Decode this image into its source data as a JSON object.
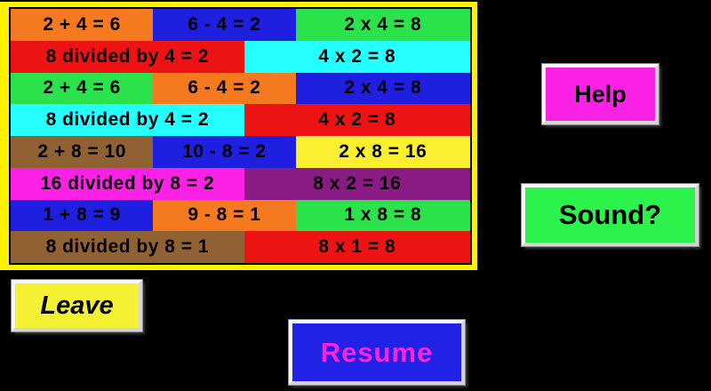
{
  "background_color": "#000000",
  "board": {
    "frame_color": "#FFF100",
    "grid_border_color": "#000000",
    "text_color": "#000000",
    "rows": [
      {
        "cells": [
          {
            "text": "2 + 4 = 6",
            "bg": "#F4791F"
          },
          {
            "text": "6 - 4 = 2",
            "bg": "#1F1FE0"
          },
          {
            "text": "2 x 4 = 8",
            "bg": "#2BE24B"
          }
        ]
      },
      {
        "cells": [
          {
            "text": "8 divided by 4 = 2",
            "bg": "#EE1313"
          },
          {
            "text": "4 x 2 = 8",
            "bg": "#25FFFF"
          }
        ]
      },
      {
        "cells": [
          {
            "text": "2 + 4 = 6",
            "bg": "#2BE24B"
          },
          {
            "text": "6 - 4 = 2",
            "bg": "#F4791F"
          },
          {
            "text": "2 x 4 = 8",
            "bg": "#1F1FE0"
          }
        ]
      },
      {
        "cells": [
          {
            "text": "8 divided by 4 = 2",
            "bg": "#25FFFF"
          },
          {
            "text": "4 x 2 = 8",
            "bg": "#EE1313"
          }
        ]
      },
      {
        "cells": [
          {
            "text": "2 + 8 = 10",
            "bg": "#8F6133"
          },
          {
            "text": "10 - 8 = 2",
            "bg": "#1F1FE0"
          },
          {
            "text": "2 x 8 = 16",
            "bg": "#FAF030"
          }
        ]
      },
      {
        "cells": [
          {
            "text": "16 divided by 8 = 2",
            "bg": "#FB22E6"
          },
          {
            "text": "8 x 2 = 16",
            "bg": "#8A1B84"
          }
        ]
      },
      {
        "cells": [
          {
            "text": "1 + 8 = 9",
            "bg": "#1F1FE0"
          },
          {
            "text": "9 - 8 = 1",
            "bg": "#F4791F"
          },
          {
            "text": "1 x 8 = 8",
            "bg": "#2BE24B"
          }
        ]
      },
      {
        "cells": [
          {
            "text": "8 divided by 8 = 1",
            "bg": "#8F6133"
          },
          {
            "text": "8 x 1 = 8",
            "bg": "#EE1313"
          }
        ]
      }
    ]
  },
  "buttons": {
    "help": {
      "label": "Help",
      "bg": "#FB22E6",
      "fg": "#000000"
    },
    "sound": {
      "label": "Sound?",
      "bg": "#2BF34B",
      "fg": "#000000"
    },
    "leave": {
      "label": "Leave",
      "bg": "#F4F032",
      "fg": "#000000"
    },
    "resume": {
      "label": "Resume",
      "bg": "#2222E6",
      "fg": "#FF22DD"
    }
  }
}
